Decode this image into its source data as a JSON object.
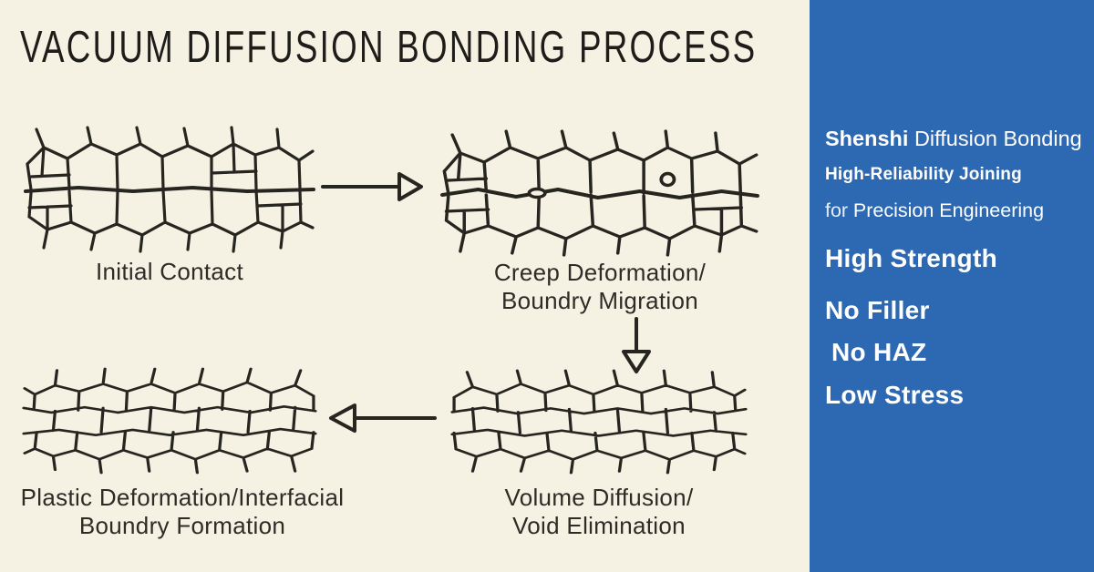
{
  "title": "VACUUM DIFFUSION BONDING PROCESS",
  "stages": [
    {
      "name": "initial-contact",
      "line1": "Initial Contact",
      "line2": ""
    },
    {
      "name": "creep-deformation",
      "line1": "Creep Deformation/",
      "line2": "Boundry Migration"
    },
    {
      "name": "volume-diffusion",
      "line1": "Volume Diffusion/",
      "line2": "Void Elimination"
    },
    {
      "name": "plastic-deformation",
      "line1": "Plastic Deformation/Interfacial",
      "line2": "Boundry Formation"
    }
  ],
  "panel": {
    "brand_bold": "Shenshi",
    "brand_rest": "Diffusion Bonding",
    "tagline": "High-Reliability Joining",
    "subline_light": "for",
    "subline_rest": "Precision Engineering",
    "features": [
      "High Strength",
      "No Filler",
      "No HAZ",
      "Low Stress"
    ]
  },
  "colors": {
    "background": "#f5f1e3",
    "panel_blue": "#2d68b2",
    "ink": "#262520",
    "text_white": "#ffffff"
  }
}
